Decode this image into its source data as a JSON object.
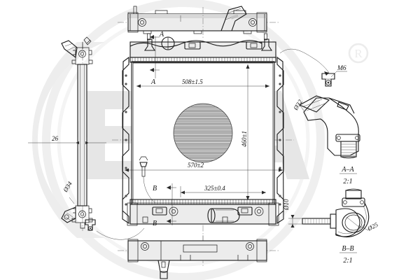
{
  "document": {
    "type": "engineering-drawing",
    "subject": "automotive radiator assembly",
    "brand_watermark": "ERA",
    "registered_mark": "®"
  },
  "dimensions": {
    "core_width": "508±1.5",
    "overall_width": "570±2",
    "overall_height": "460±1",
    "lower_offset": "325±0.4",
    "side_depth": "26",
    "side_port_dia": "Ø34",
    "inlet_neck_dia": "Ø32",
    "outlet_dia": "Ø25",
    "pin_dia": "Ø10",
    "thread": "M6"
  },
  "sections": {
    "a": {
      "marker": "A",
      "title": "A–A",
      "scale": "2:1"
    },
    "b": {
      "marker": "B",
      "title": "B–B",
      "scale": "2:1"
    }
  },
  "views": {
    "top": "top tank view",
    "front": "front elevation",
    "bottom": "bottom tank view",
    "left": "left side view"
  }
}
